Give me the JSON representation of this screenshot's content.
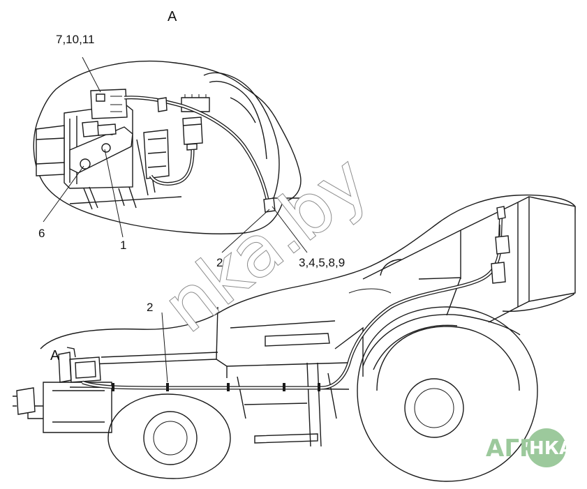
{
  "labels": {
    "view_a_title": "A",
    "callout_7_10_11": "7,10,11",
    "callout_6": "6",
    "callout_1": "1",
    "callout_2_upper": "2",
    "callout_3_4_5_8_9": "3,4,5,8,9",
    "callout_2_lower": "2",
    "callout_a_tractor": "A"
  },
  "watermark": {
    "text": "nka.by"
  },
  "logo": {
    "left": "АГРО",
    "right": "НКА",
    "color": "#9cc99c"
  },
  "colors": {
    "line": "#1a1a1a",
    "background": "#ffffff",
    "watermark_outline": "#8a8a8a"
  }
}
